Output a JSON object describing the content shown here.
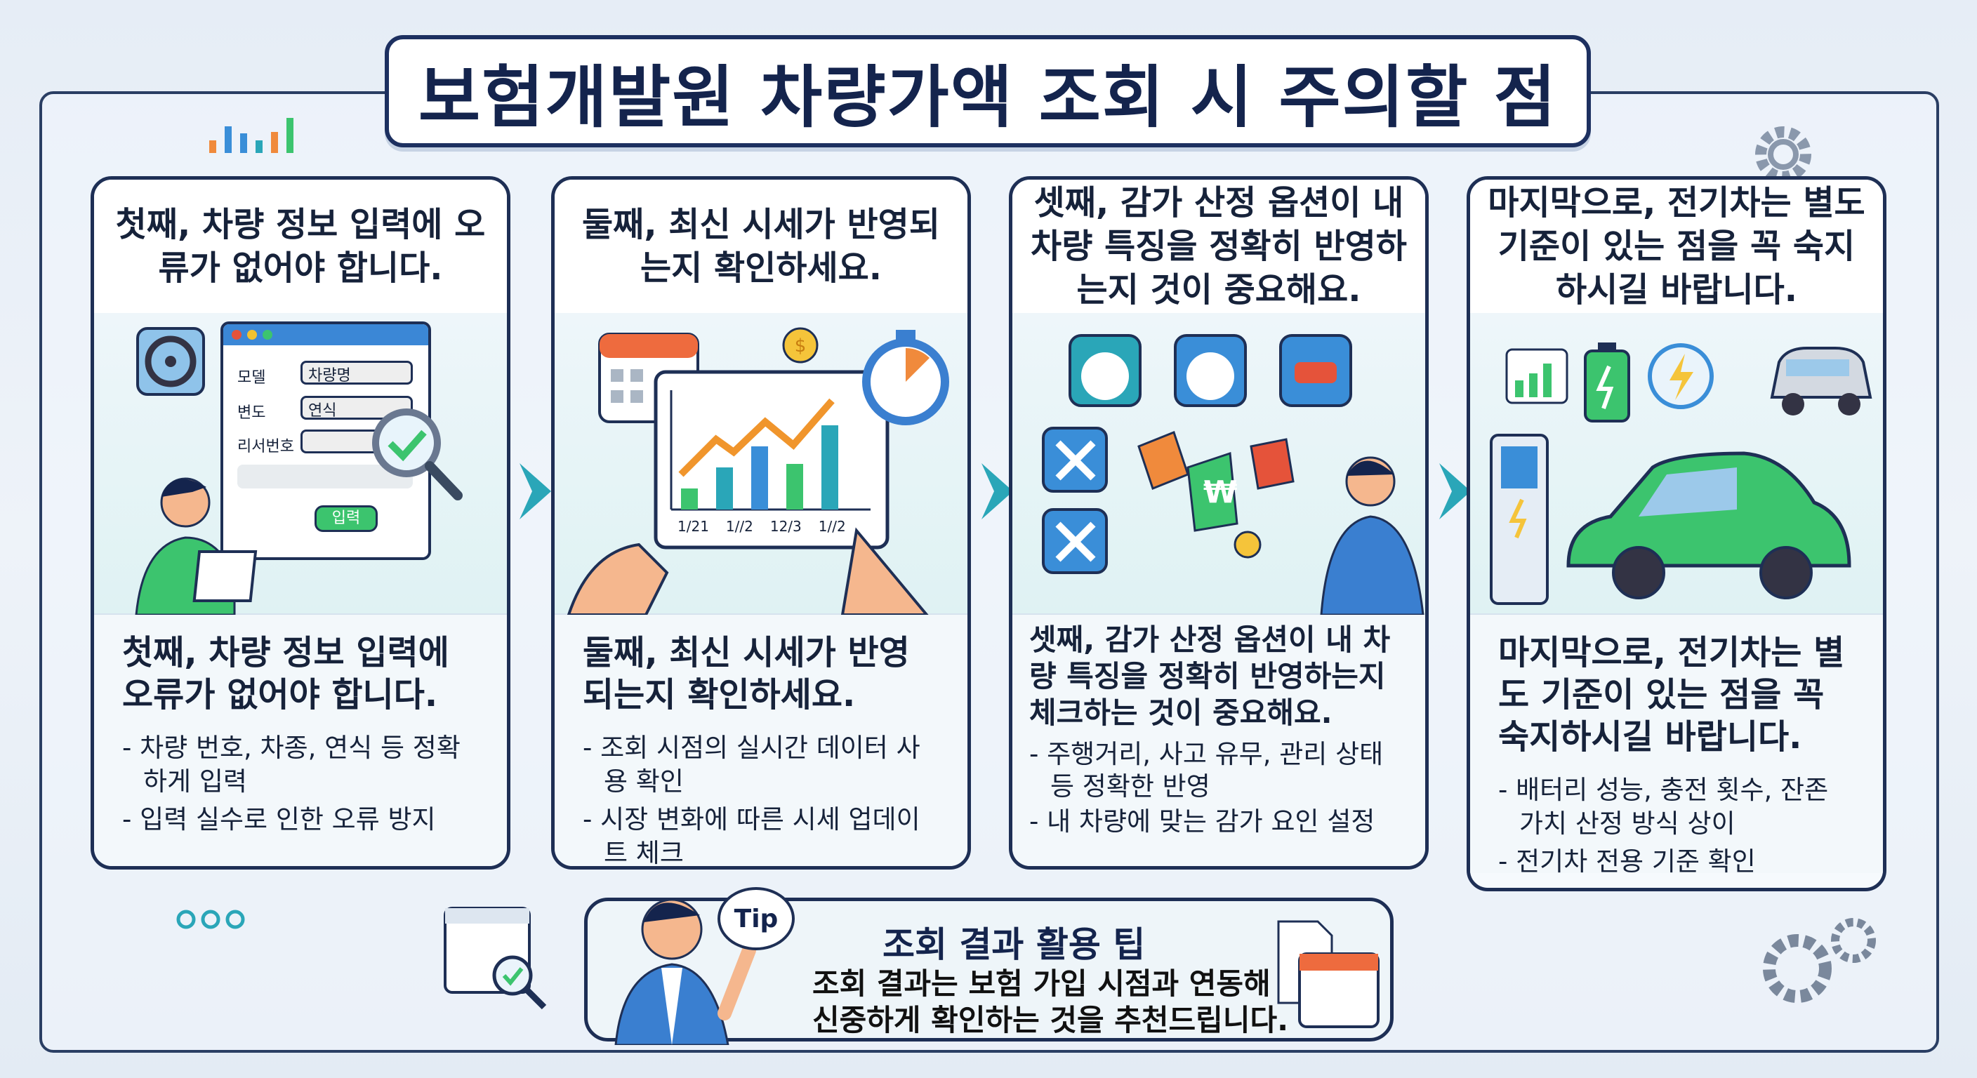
{
  "title": "보험개발원 차량가액 조회 시 주의할 점",
  "cards": [
    {
      "top": "첫째, 차량 정보 입력에 오류가 없어야 합니다.",
      "heading": "첫째, 차량 정보 입력에 오류가 없어야 합니다.",
      "bullets": [
        "- 차량 번호, 차종, 연식 등 정확하게 입력",
        "- 입력 실수로 인한 오류 방지"
      ],
      "form": {
        "label_model": "모델",
        "value_model": "차량명",
        "label_year": "변도",
        "value_year": "연식",
        "label_number": "리서번호",
        "submit": "입력"
      }
    },
    {
      "top": "둘째, 최신 시세가 반영되는지 확인하세요.",
      "heading": "둘째, 최신 시세가 반영되는지 확인하세요.",
      "bullets": [
        "- 조회 시점의 실시간 데이터 사용 확인",
        "- 시장 변화에 따른 시세 업데이트 체크"
      ],
      "chart_labels": [
        "1/21",
        "1//2",
        "12/3",
        "1//2"
      ]
    },
    {
      "top": "셋째, 감가 산정 옵션이 내 차량 특징을 정확히 반영하는지 것이 중요해요.",
      "heading": "셋째, 감가 산정 옵션이 내 차량 특징을 정확히 반영하는지 체크하는 것이 중요해요.",
      "bullets": [
        "- 주행거리, 사고 유무, 관리 상태 등 정확한 반영",
        "- 내 차량에 맞는 감가 요인 설정"
      ],
      "tag_symbol": "₩"
    },
    {
      "top": "마지막으로, 전기차는 별도 기준이 있는 점을 꼭 숙지하시길 바랍니다.",
      "heading": "마지막으로, 전기차는 별도 기준이 있는 점을 꼭 숙지하시길 바랍니다.",
      "bullets": [
        "- 배터리 성능, 충전 횟수, 잔존 가치 산정 방식 상이",
        "- 전기차 전용 기준 확인"
      ]
    }
  ],
  "tip": {
    "badge": "Tip",
    "title": "조회 결과 활용 팁",
    "line1": "조회 결과는 보험 가입 시점과 연동해",
    "line2": "신중하게 확인하는 것을 추천드립니다."
  },
  "colors": {
    "navy": "#1d3060",
    "green": "#3cc46e",
    "blue": "#3a8ed8",
    "orange": "#f08a3c",
    "teal": "#2aa6b8"
  }
}
